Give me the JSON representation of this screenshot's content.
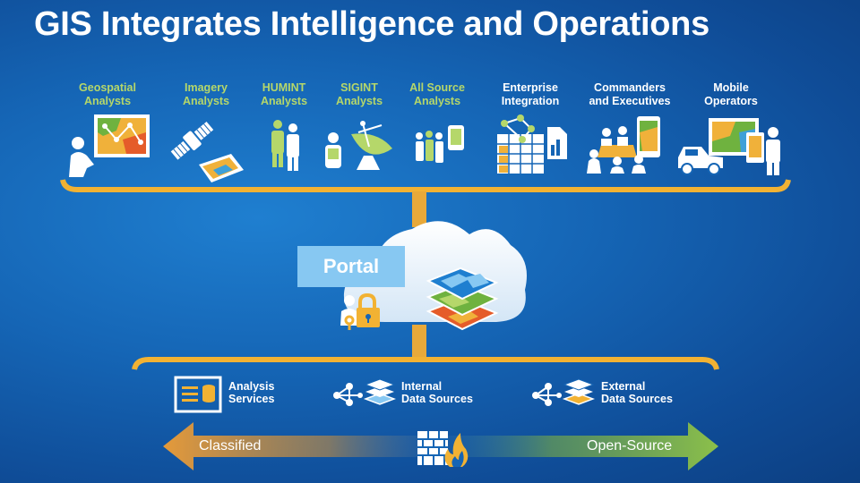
{
  "title": "GIS Integrates Intelligence and Operations",
  "roles": [
    {
      "line1": "Geospatial",
      "line2": "Analysts"
    },
    {
      "line1": "Imagery",
      "line2": "Analysts"
    },
    {
      "line1": "HUMINT",
      "line2": "Analysts"
    },
    {
      "line1": "SIGINT",
      "line2": "Analysts"
    },
    {
      "line1": "All Source",
      "line2": "Analysts"
    },
    {
      "line1": "Enterprise",
      "line2": "Integration"
    },
    {
      "line1": "Commanders",
      "line2": "and Executives"
    },
    {
      "line1": "Mobile",
      "line2": "Operators"
    }
  ],
  "portal": {
    "label": "Portal"
  },
  "services": [
    {
      "line1": "Analysis",
      "line2": "Services"
    },
    {
      "line1": "Internal",
      "line2": "Data Sources"
    },
    {
      "line1": "External",
      "line2": "Data Sources"
    }
  ],
  "spectrum": {
    "left": "Classified",
    "right": "Open-Source"
  },
  "colors": {
    "green_label": "#b5d76a",
    "bracket": "#f2b233",
    "portal_box": "#87c8f2",
    "cloud": "#e8f2fb",
    "arrow_left": "#e59a3a",
    "arrow_right": "#8cc04a"
  },
  "icons": [
    "geospatial-analyst-icon",
    "satellite-icon",
    "humint-people-icon",
    "sigint-antenna-icon",
    "all-source-people-icon",
    "enterprise-grid-icon",
    "commanders-icon",
    "mobile-operators-icon",
    "cloud-icon",
    "map-layers-icon",
    "user-lock-icon",
    "analysis-services-icon",
    "internal-data-icon",
    "external-data-icon",
    "firewall-icon"
  ]
}
